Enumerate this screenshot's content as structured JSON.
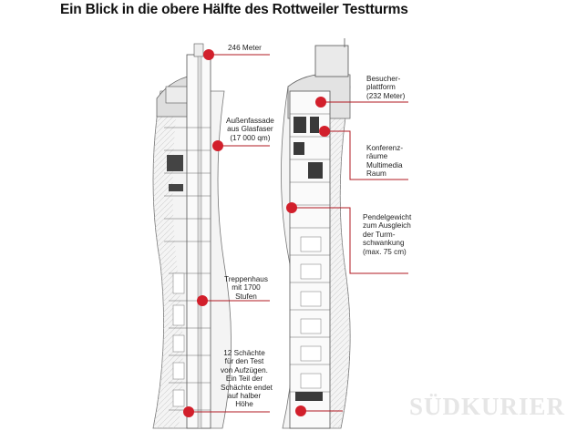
{
  "title": "Ein Blick in die obere Hälfte des Rottweiler Testturms",
  "labels": {
    "height": [
      "246 Meter"
    ],
    "facade": [
      "Außenfassade",
      "aus Glasfaser",
      "(17 000 qm)"
    ],
    "stairs": [
      "Treppenhaus",
      "mit 1700",
      "Stufen"
    ],
    "shafts": [
      "12 Schächte",
      "für den Test",
      "von Aufzügen.",
      "Ein Teil der",
      "Schächte endet",
      "auf halber",
      "Höhe"
    ],
    "platform": [
      "Besucher-",
      "plattform",
      "(232 Meter)"
    ],
    "conference": [
      "Konferenz-",
      "räume",
      "Multimedia",
      "Raum"
    ],
    "pendulum": [
      "Pendelgewicht",
      "zum Ausgleich",
      "der Turm-",
      "schwankung",
      "(max. 75 cm)"
    ]
  },
  "watermark": "SÜDKURIER",
  "colors": {
    "marker": "#d21f2b",
    "line": "#b01822",
    "tower_stroke": "#666666",
    "tower_fill": "#f2f2f2"
  }
}
